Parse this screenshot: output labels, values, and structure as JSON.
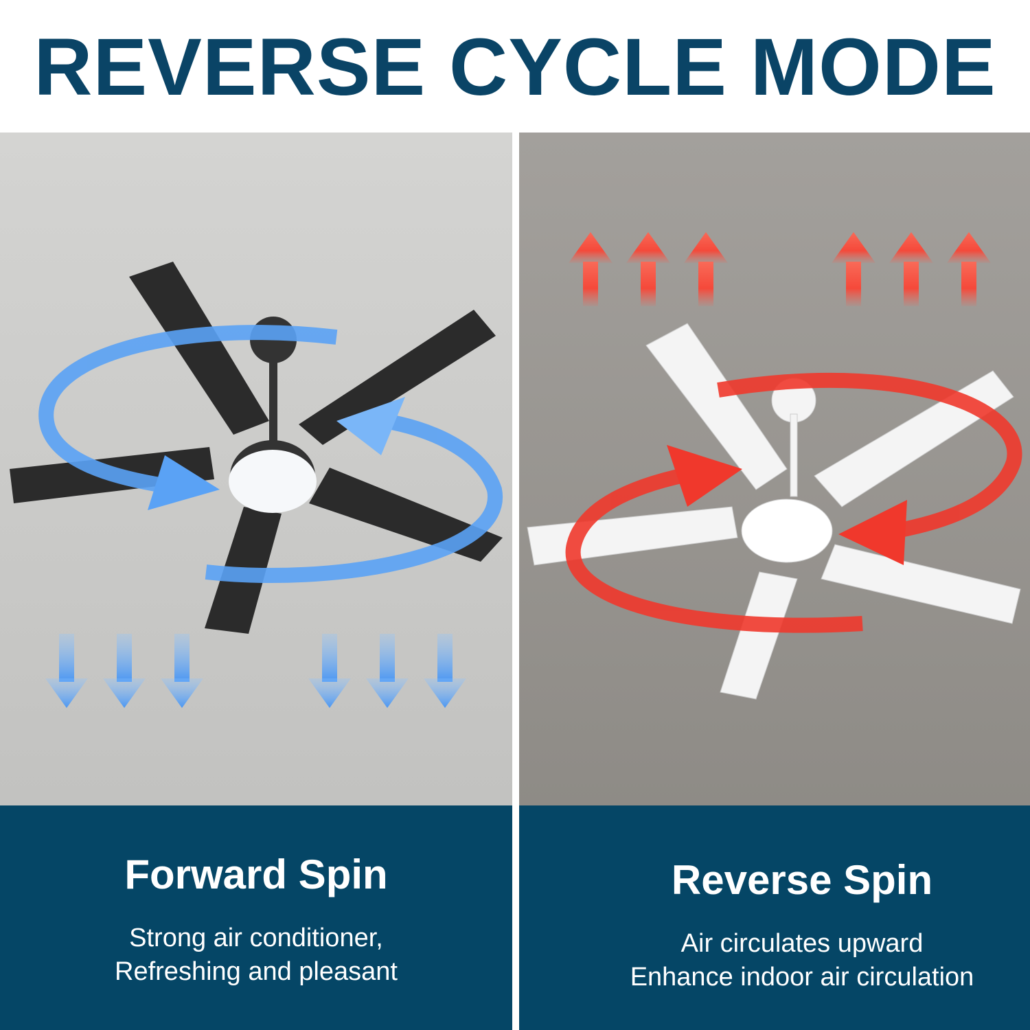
{
  "title": "REVERSE CYCLE MODE",
  "left": {
    "heading": "Forward Spin",
    "lines": [
      "Strong air conditioner,",
      "Refreshing and pleasant"
    ],
    "arrow_color": "#5aa2f5",
    "blade_color": "#2b2b2b"
  },
  "right": {
    "heading": "Reverse Spin",
    "lines": [
      "Air circulates upward",
      "Enhance indoor air circulation"
    ],
    "arrow_color": "#f0382c",
    "blade_color": "#f4f4f4"
  }
}
